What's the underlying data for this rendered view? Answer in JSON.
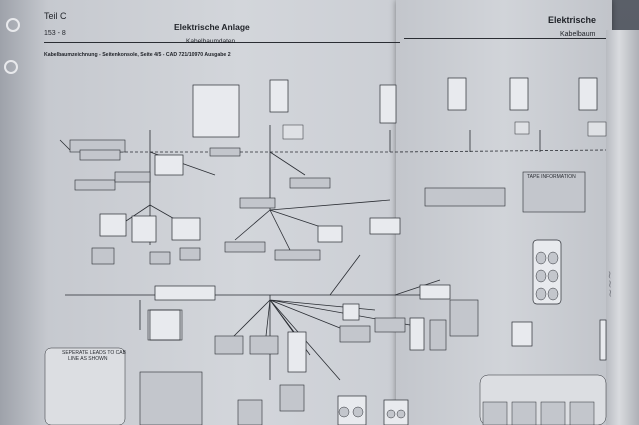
{
  "header": {
    "section": "Teil C",
    "page_number": "153 - 8",
    "title_left": "Elektrische Anlage",
    "subtitle_left": "Kabelbaumdaten",
    "caption": "Kabelbaumzeichnung - Seitenkonsole, Seite 4/5 - CAD 721/10970 Ausgabe 2",
    "title_right": "Elektrische",
    "subtitle_right": "Kabelbaum"
  },
  "diagram": {
    "note_lines": [
      "SEPERATE LEADS TO CAB",
      "LINE AS SHOWN"
    ],
    "tape_table_title": "TAPE INFORMATION"
  },
  "colors": {
    "paper": "#d1d4d9",
    "ink": "#1f2228",
    "background": "#4c5058"
  }
}
